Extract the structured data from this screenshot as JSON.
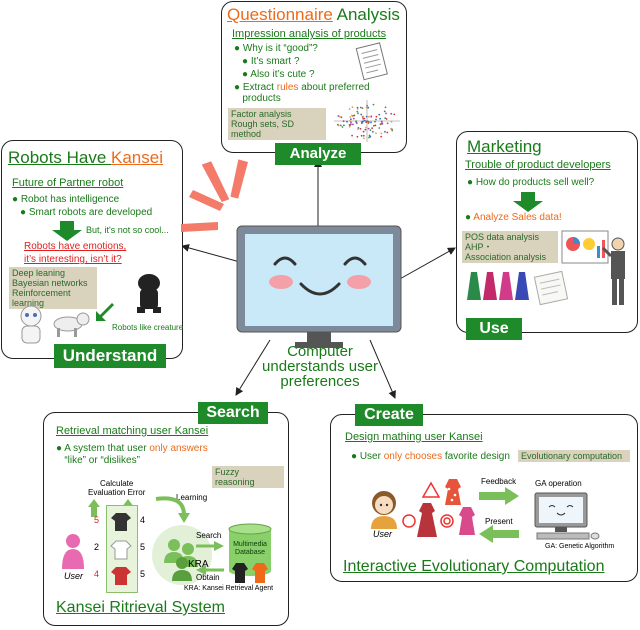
{
  "analyze": {
    "title_part1": "Questionnaire",
    "title_part2": " Analysis",
    "subtitle": "Impression analysis of products",
    "b1": "Why is it “good”?",
    "b1a": "It’s smart ?",
    "b1b": "Also it’s cute ?",
    "b2_pre": "Extract ",
    "b2_rules": "rules",
    "b2_post": " about preferred",
    "b2_line2": "products",
    "tag_line1": "Factor analysis",
    "tag_line2": "Rough sets, SD method",
    "label": "Analyze"
  },
  "robots": {
    "title_part1": "Robots Have ",
    "title_part2": "Kansei",
    "subtitle": "Future of Partner robot",
    "b1": "Robot has intelligence",
    "b1a": "Smart robots are developed",
    "cool": "But, it's not so cool...",
    "red1": "Robots have emotions,",
    "red2": "it’s interesting, isn’t it?",
    "tag_line1": "Deep leaning",
    "tag_line2": "Bayesian networks",
    "tag_line3": "Reinforcement learning",
    "creature": "Robots like creature",
    "label": "Understand"
  },
  "marketing": {
    "title": "Marketing",
    "subtitle": "Trouble of product developers",
    "b1": "How do products sell well?",
    "b2": "Analyze Sales data!",
    "tag_line1": "POS data analysis",
    "tag_line2": "AHP・",
    "tag_line3": "Association analysis",
    "label": "Use"
  },
  "center": {
    "line1": "Computer",
    "line2": "understands user",
    "line3": "preferences"
  },
  "search": {
    "label": "Search",
    "subtitle": "Retrieval matching user Kansei",
    "b1_pre": "A system that user ",
    "b1_orange": "only answers",
    "b1_line2": "“like” or “dislikes”",
    "tag": "Fuzzy reasoning",
    "calc1": "Calculate",
    "calc2": "Evaluation Error",
    "learning": "Learning",
    "search_word": "Search",
    "obtain": "Obtain",
    "kra": "KRA",
    "db1": "Multimedia",
    "db2": "Database",
    "user": "User",
    "num_5a": "5",
    "num_4a": "4",
    "num_2": "2",
    "num_5b": "5",
    "num_4b": "4",
    "num_5c": "5",
    "kra_full": "KRA: Kansei Retrieval Agent",
    "footer": "Kansei Ritrieval System"
  },
  "create": {
    "label": "Create",
    "subtitle": "Design mathing user Kansei",
    "b1_pre": "User ",
    "b1_orange": "only chooses",
    "b1_post": " favorite design",
    "tag": "Evolutionary computation",
    "feedback": "Feedback",
    "present": "Present",
    "ga_op": "GA operation",
    "ga_full": "GA: Genetic Algorithm",
    "user": "User",
    "footer": "Interactive Evolutionary Computation"
  }
}
